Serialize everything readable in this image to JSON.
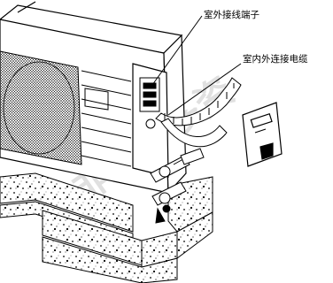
{
  "labels": {
    "outdoor_terminal": "室外接线端子",
    "connection_cable": "室内外连接电缆"
  },
  "watermark": "非权威多资"
}
